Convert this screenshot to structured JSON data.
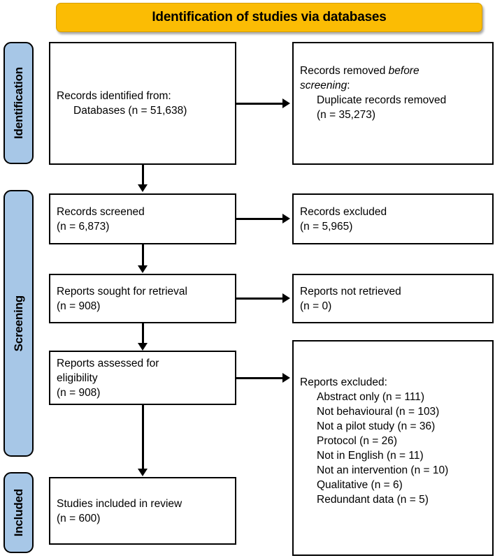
{
  "banner": {
    "title": "Identification of studies via databases"
  },
  "stages": [
    {
      "label": "Identification"
    },
    {
      "label": "Screening"
    },
    {
      "label": "Included"
    }
  ],
  "boxes": {
    "identified": {
      "line1": "Records identified from:",
      "line2": "Databases (n = 51,638)"
    },
    "removed": {
      "line1_a": "Records removed ",
      "line1_b": "before",
      "line2_a": "screening",
      "line2_b": ":",
      "line3": "Duplicate records removed",
      "line4": "(n = 35,273)"
    },
    "screened": {
      "line1": "Records screened",
      "line2": "(n = 6,873)"
    },
    "excluded_records": {
      "line1": "Records excluded",
      "line2": "(n = 5,965)"
    },
    "sought": {
      "line1": "Reports sought for retrieval",
      "line2": "(n = 908)"
    },
    "not_retrieved": {
      "line1": "Reports not retrieved",
      "line2": "(n = 0)"
    },
    "assessed": {
      "line1": "Reports assessed for",
      "line2": "eligibility",
      "line3": "(n = 908)"
    },
    "reports_excluded": {
      "heading": "Reports excluded:",
      "reasons": [
        "Abstract only (n = 111)",
        "Not behavioural (n = 103)",
        "Not a pilot study (n = 36)",
        "Protocol (n = 26)",
        "Not in English (n = 11)",
        "Not an intervention (n = 10)",
        "Qualitative (n = 6)",
        "Redundant data (n = 5)"
      ]
    },
    "included": {
      "line1": "Studies included in review",
      "line2": "(n = 600)"
    }
  },
  "colors": {
    "banner_fill": "#FBBC04",
    "stage_fill": "#A7C7E7",
    "box_border": "#000000",
    "text": "#000000",
    "background": "#FFFFFF"
  }
}
